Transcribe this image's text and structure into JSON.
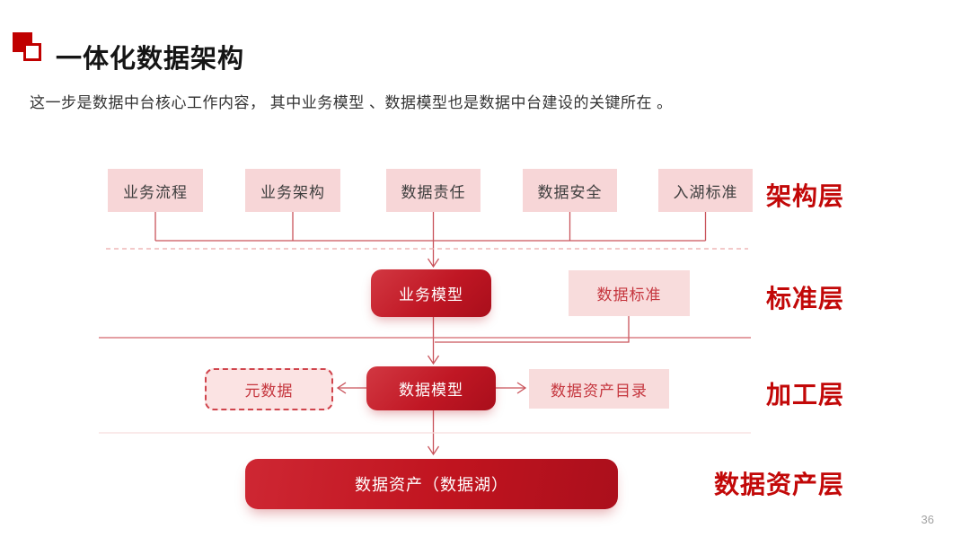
{
  "header": {
    "title": "一体化数据架构",
    "subtitle": "这一步是数据中台核心工作内容， 其中业务模型 、数据模型也是数据中台建设的关键所在 。"
  },
  "diagram": {
    "architecture_row": {
      "boxes": [
        "业务流程",
        "业务架构",
        "数据责任",
        "数据安全",
        "入湖标准"
      ]
    },
    "standard_row": {
      "business_model": "业务模型",
      "data_standard": "数据标准"
    },
    "processing_row": {
      "metadata": "元数据",
      "data_model": "数据模型",
      "data_asset_catalog": "数据资产目录"
    },
    "asset_row": {
      "data_asset_lake": "数据资产（数据湖）"
    },
    "layer_labels": [
      "架构层",
      "标准层",
      "加工层",
      "数据资产层"
    ]
  },
  "footer": {
    "page_number": "36"
  },
  "colors": {
    "accent_red": "#C00000",
    "box_dark_red": "#B5121F",
    "box_pink": "#F7D6D7",
    "label_red": "#C20808",
    "connector_red": "#C8434B"
  }
}
